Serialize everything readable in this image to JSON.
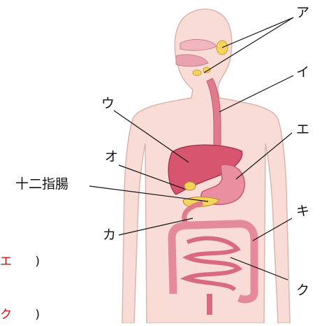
{
  "labels": {
    "a": "ア",
    "i": "イ",
    "u": "ウ",
    "e": "エ",
    "o": "オ",
    "duodenum": "十二指腸",
    "ka": "カ",
    "ki": "キ",
    "ku": "ク"
  },
  "answers": [
    {
      "value": "エ",
      "close": ")"
    },
    {
      "value": "ク",
      "close": ")"
    }
  ],
  "colors": {
    "skin": "#f9dcd6",
    "outline": "#c9a19a",
    "organ": "#e07a8d",
    "organ_dark": "#c25a72",
    "liver": "#d8556f",
    "gland": "#f6d35a",
    "answer_red": "#d01010",
    "line": "#111111"
  }
}
